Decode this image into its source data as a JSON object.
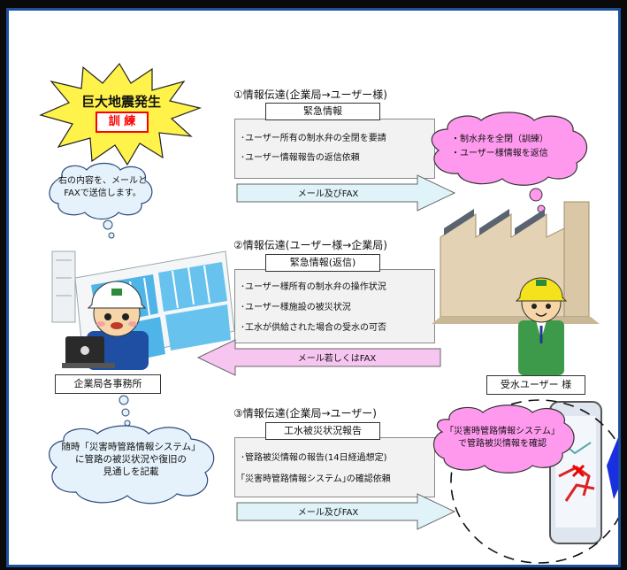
{
  "quake": {
    "title": "巨大地震発生",
    "drill": "訓 練"
  },
  "office_bubble": "右の内容を、メールとFAXで送信します。",
  "office_bubble_lines": [
    "右の内容を、メールと",
    "FAXで送信します。"
  ],
  "user_bubble_lines": [
    "・制水弁を全閉（訓練）",
    "・ユーザー様情報を返信"
  ],
  "phone_bubble_lines": [
    "「災害時管路情報システム」",
    "で管路被災情報を確認"
  ],
  "steps": [
    {
      "title": "①情報伝達(企業局→ユーザー様)",
      "header": "緊急情報",
      "lines": [
        "･ユーザー所有の制水弁の全閉を要請",
        "･ユーザー情報報告の返信依頼"
      ],
      "arrow": "メール及びFAX"
    },
    {
      "title": "②情報伝達(ユーザー様→企業局)",
      "header": "緊急情報(返信)",
      "lines": [
        "･ユーザー様所有の制水弁の操作状況",
        "･ユーザー様施設の被災状況",
        "･工水が供給された場合の受水の可否"
      ],
      "arrow": "メール若しくはFAX"
    },
    {
      "title": "③情報伝達(企業局→ユーザー)",
      "header": "工水被災状況報告",
      "lines": [
        "･管路被災情報の報告(14日経過想定)",
        "｢災害時管路情報システム｣の確認依頼"
      ],
      "arrow": "メール及びFAX"
    }
  ],
  "labels": {
    "office": "企業局各事務所",
    "user": "受水ユーザー 様"
  },
  "system_note_lines": [
    "随時「災害時管路情報システム」",
    "に管路の被災状況や復旧の",
    "見通しを記載"
  ],
  "colors": {
    "border": "#1c4f9c",
    "bubble": "#ff99ee",
    "arrow_right": "#dff3f8",
    "arrow_left": "#f7c6f0",
    "star": "#fff24a",
    "drill": "#ff0000",
    "phone_arrow": "#1a2fe0"
  }
}
